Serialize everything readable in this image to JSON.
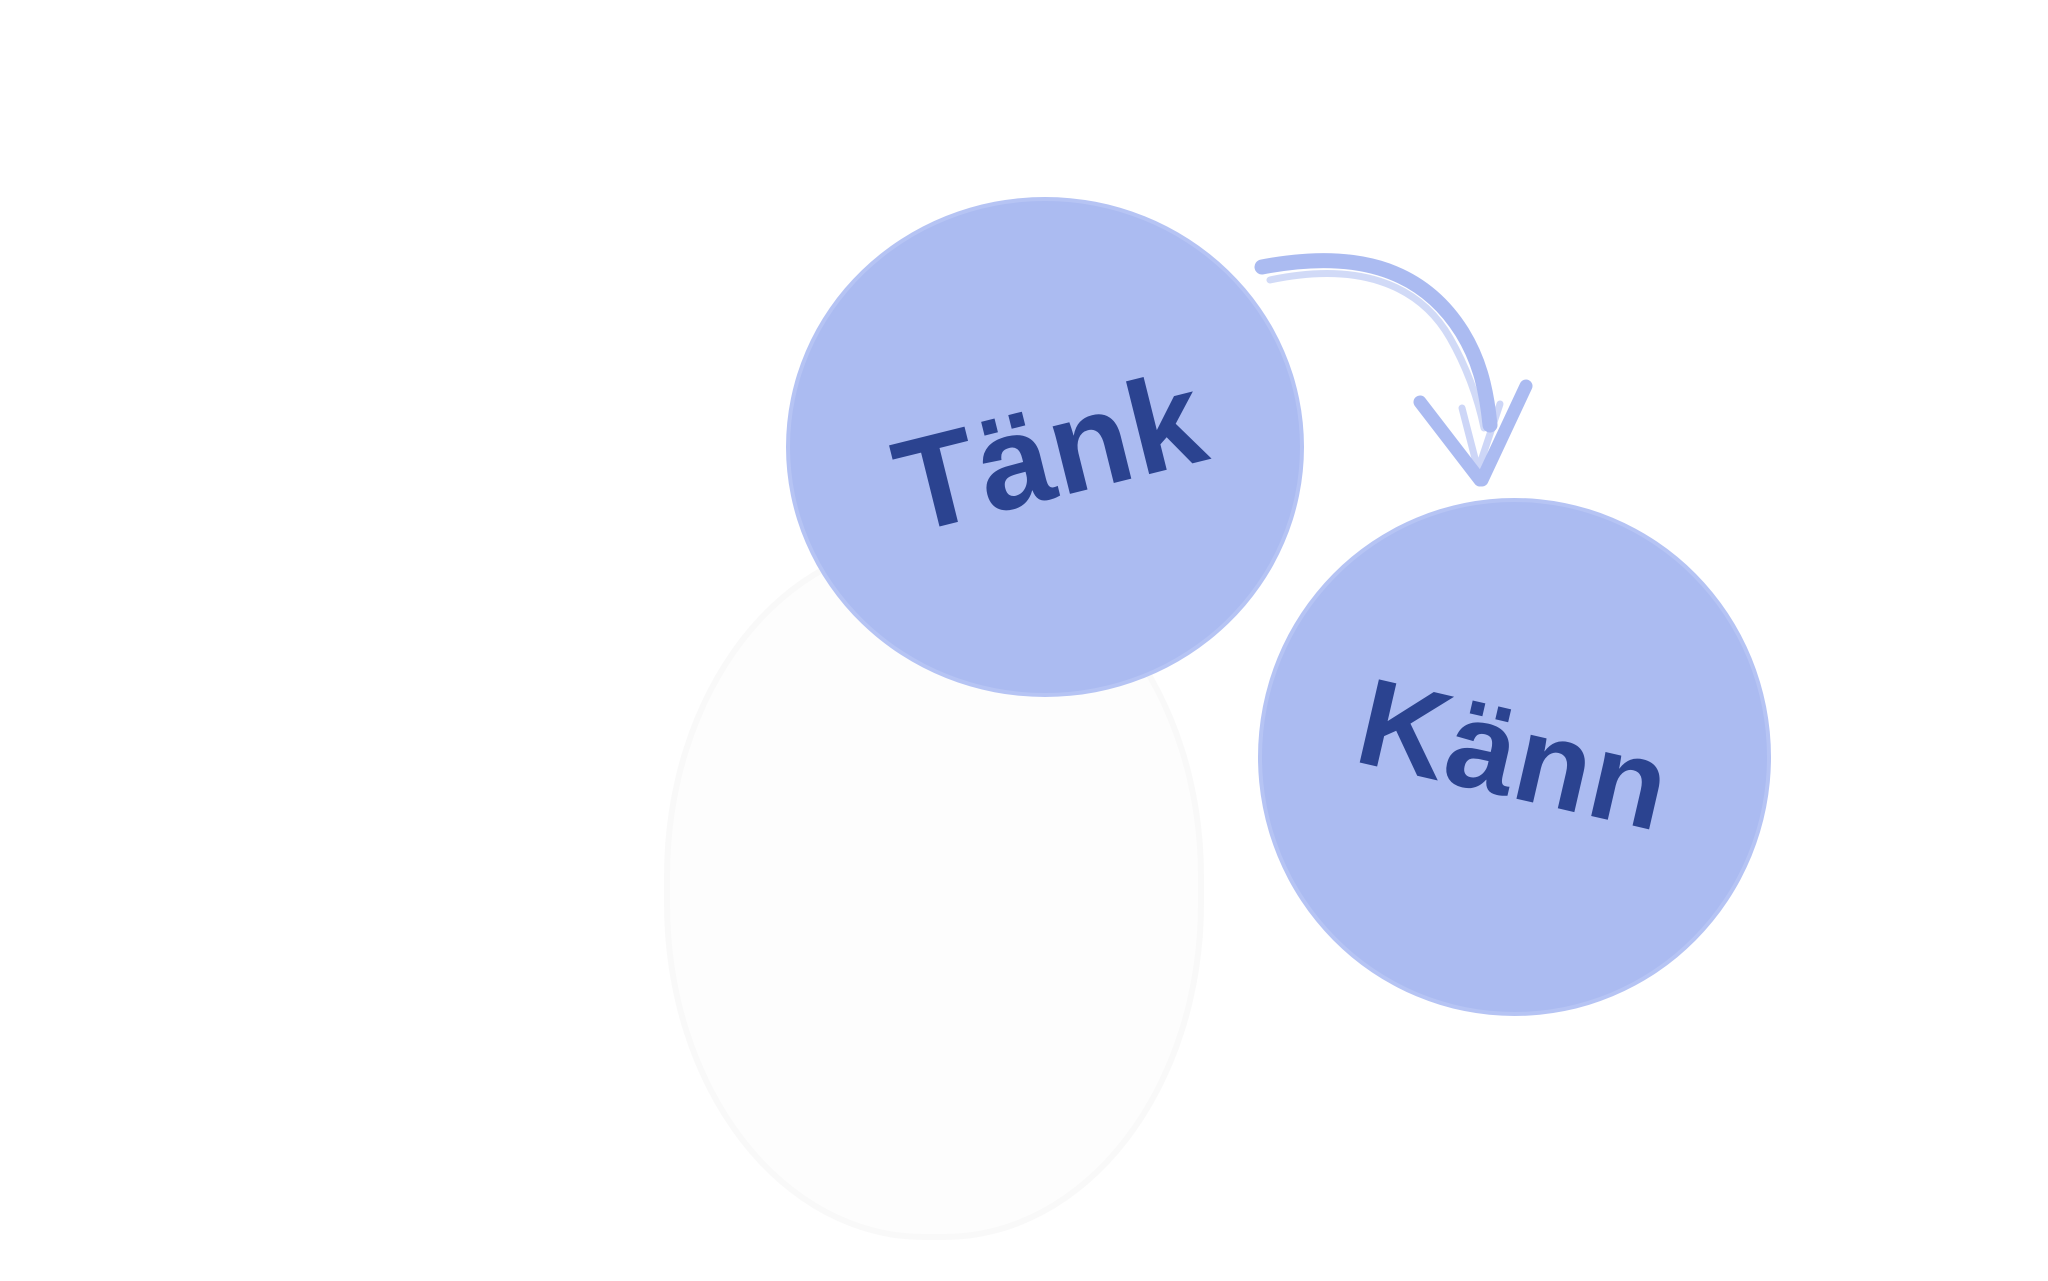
{
  "colors": {
    "background": "#ffffff",
    "bubble_fill": "#abbbf1",
    "bubble_edge": "#b6c4f4",
    "text": "#2b4390",
    "ghost_fill": "#fdfdfd",
    "ghost_edge": "#f4f4f4"
  },
  "nodes": [
    {
      "id": "think",
      "label": "Tänk"
    },
    {
      "id": "feel",
      "label": "Känn"
    },
    {
      "id": "ghost",
      "label": ""
    }
  ],
  "edges": [
    {
      "from": "think",
      "to": "feel",
      "style": "brush-arrow"
    }
  ]
}
